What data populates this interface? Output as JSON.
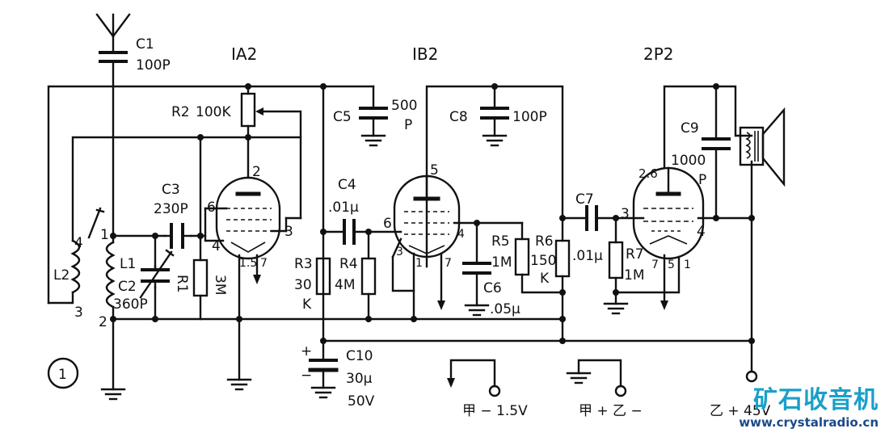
{
  "tubes": {
    "v1": "IA2",
    "v2": "IB2",
    "v3": "2P2"
  },
  "capacitors": {
    "c1": {
      "name": "C1",
      "value": "100P"
    },
    "c2": {
      "name": "C2",
      "value": "360P"
    },
    "c3": {
      "name": "C3",
      "value": "230P"
    },
    "c4": {
      "name": "C4",
      "value": ".01μ"
    },
    "c5": {
      "name": "C5",
      "value": "500",
      "unit": "P"
    },
    "c6": {
      "name": "C6",
      "value": ".05μ"
    },
    "c7": {
      "name": "C7",
      "value": ".01μ"
    },
    "c8": {
      "name": "C8",
      "value": "100P"
    },
    "c9": {
      "name": "C9",
      "value": "1000",
      "unit": "P"
    },
    "c10": {
      "name": "C10",
      "value": "30μ",
      "voltage": "50V"
    }
  },
  "resistors": {
    "r1": {
      "name": "R1",
      "value": "3M"
    },
    "r2": {
      "name": "R2",
      "value": "100K"
    },
    "r3": {
      "name": "R3",
      "value": "30",
      "unit": "K"
    },
    "r4": {
      "name": "R4",
      "value": "4M"
    },
    "r5": {
      "name": "R5",
      "value": "1M"
    },
    "r6": {
      "name": "R6",
      "value": "150",
      "unit": "K"
    },
    "r7": {
      "name": "R7",
      "value": "1M"
    }
  },
  "coils": {
    "l1": "L1",
    "l2": "L2"
  },
  "pins": {
    "v1": {
      "p2": "2",
      "p6": "6",
      "p3": "3",
      "p4": "4",
      "p15": "1.5",
      "p7": "7"
    },
    "v2": {
      "p5": "5",
      "p6": "6",
      "p4": "4",
      "p3": "3",
      "p1": "1",
      "p7": "7"
    },
    "v3": {
      "p26": "2.6",
      "p3": "3",
      "p4": "4",
      "p7": "7",
      "p5": "5",
      "p1": "1"
    },
    "coil": {
      "c1": "1",
      "c2": "2",
      "c3": "3",
      "c4": "4"
    }
  },
  "polarity": {
    "plus": "+",
    "minus": "−"
  },
  "supply": {
    "a_minus": "甲 − 1.5V",
    "a_plus_b_minus": "甲 + 乙 −",
    "b_plus": "乙 + 45V"
  },
  "figure_number": "1",
  "watermark": {
    "name": "矿石收音机",
    "url": "www.crystalradio.cn"
  }
}
